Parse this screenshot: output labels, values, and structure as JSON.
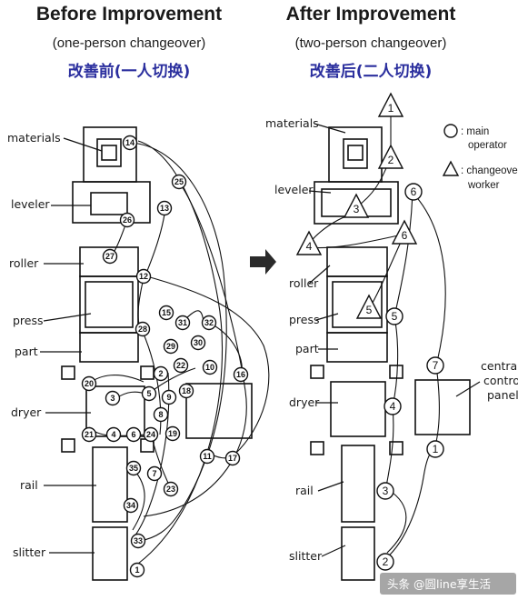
{
  "before": {
    "title": "Before Improvement",
    "subtitle": "(one-person changeover)",
    "subtitle_cn": "改善前(一人切换)",
    "labels": [
      "materials",
      "leveler",
      "roller",
      "press",
      "part",
      "dryer",
      "rail",
      "slitter"
    ],
    "steps": [
      "1",
      "2",
      "3",
      "4",
      "5",
      "6",
      "7",
      "8",
      "9",
      "10",
      "11",
      "12",
      "13",
      "14",
      "15",
      "16",
      "17",
      "18",
      "19",
      "20",
      "21",
      "22",
      "23",
      "24",
      "25",
      "26",
      "27",
      "28",
      "29",
      "30",
      "31",
      "32",
      "33",
      "34",
      "35"
    ]
  },
  "after": {
    "title": "After Improvement",
    "subtitle": "(two-person changeover)",
    "subtitle_cn": "改善后(二人切换)",
    "labels": [
      "materials",
      "leveler",
      "roller",
      "press",
      "part",
      "dryer",
      "rail",
      "slitter"
    ],
    "panel_label": [
      "central",
      "control",
      "panel"
    ],
    "main_steps": [
      "1",
      "2",
      "3",
      "4",
      "5",
      "6",
      "7"
    ],
    "worker_steps": [
      "1",
      "2",
      "3",
      "4",
      "5",
      "6"
    ]
  },
  "legend": {
    "main_line1": ": main",
    "main_line2": "operator",
    "worker_line1": ": changeover",
    "worker_line2": "worker"
  },
  "watermark": "头条 @圆line享生活",
  "colors": {
    "ink": "#111111",
    "chinese": "#2b2f9e",
    "arrow": "#2a2a2a"
  }
}
